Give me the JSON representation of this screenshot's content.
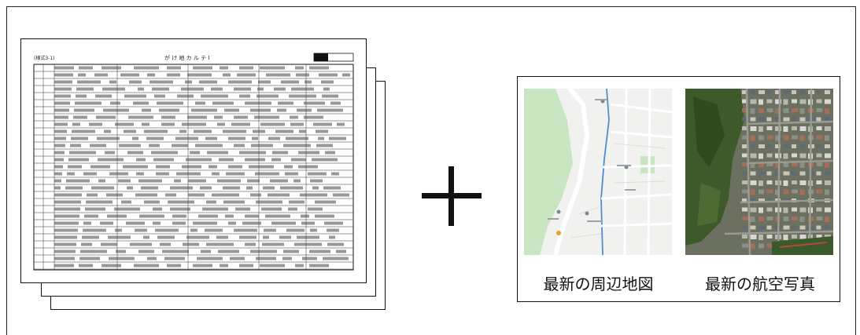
{
  "captions": {
    "map": "最新の周辺地図",
    "aerial": "最新の航空写真"
  },
  "document": {
    "form_label": "(様式3-1)",
    "title": "が け 地 カ ル テ Ⅰ"
  },
  "icons": {
    "plus": "plus-icon",
    "map_pin": "map-pin-icon"
  },
  "colors": {
    "line": "#111111",
    "map_park": "#c9e6c2",
    "map_water": "#4a8fd4",
    "aerial_forest": "#3f5a2a"
  }
}
